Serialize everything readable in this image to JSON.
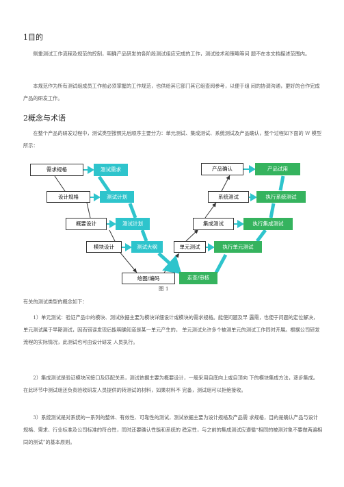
{
  "sections": {
    "s1_title": "1目的",
    "s2_title": "2概念与术语"
  },
  "paragraphs": {
    "p1": "侧重测试工作流程及规范的控制，明确产品研发的各阶段测试组应完成的工作，测试技术和策略等问 题不在本文档描述范围内。",
    "p2": "本规范作为所有测试组成员工作前必须掌握的工作规范，也供给其它部门其它组查阅参考，以便于组 间的协调沟通，更好的合作完成产品的研发工作。",
    "p3": "在整个产品的研发过程中，测试类型按照先后顺序主要分为：单元测试、集成测试、系统测试及产品确认，整个过程如下面的 W 模型所示：",
    "intro": "有关的测试类型的概念如下：",
    "item1": "1）单元测试：验证产品中的模块、测试依据主要为模块详细设计或模块的需求规格。能使问题及早 露需，也便于问题的定位解决，单元测试属于早期测试，因而错误发现后能明确知道是某一单元产生的， 单元测试允许多个被测单元的测试工作同时开展。根据公司研发流程的实际情况，此测试也可由设计研发 人员执行。",
    "item2": "2）集成测试是验证模块间接口及匹配关系，测试依据主要为概要设计，一般采用自底向上或自顶向 下的模块集成方法，逐步集成。在此环节中测试组还负责验收研发人员提供的转测试的材料，如果材料不 完备，测试组可以拒绝接收。",
    "item3": "3）系统测试是对系统的一系列的整体、有效性、可靠性的测试，测试依据主要为设计规格及产品需 求规格，目的是确认产品与设计规格、需求、行业标准及公司标准的符合性，同时还要确认性能和系统的 稳定性，与之前的集成测试应遵循“相同的被测对象不要做两遍相同的测试”的基本原则。"
  },
  "diagram": {
    "left_boxes": [
      "需求规格",
      "设计规格",
      "概要设计",
      "模块设计"
    ],
    "bottom_box": "绘图/编码",
    "right_boxes": [
      "产品确认",
      "系统测试",
      "集成测试",
      "单元测试"
    ],
    "left_test_boxes": [
      "测试需求",
      "测试计划",
      "测试计划",
      "测试大纲"
    ],
    "right_test_boxes": [
      "产品试用",
      "执行系统测试",
      "执行集成测试",
      "执行单元测试"
    ],
    "bottom_test_box": "走查/审核",
    "caption": "图 1",
    "colors": {
      "teal": "#2ec4cc",
      "green": "#35b35e"
    }
  }
}
